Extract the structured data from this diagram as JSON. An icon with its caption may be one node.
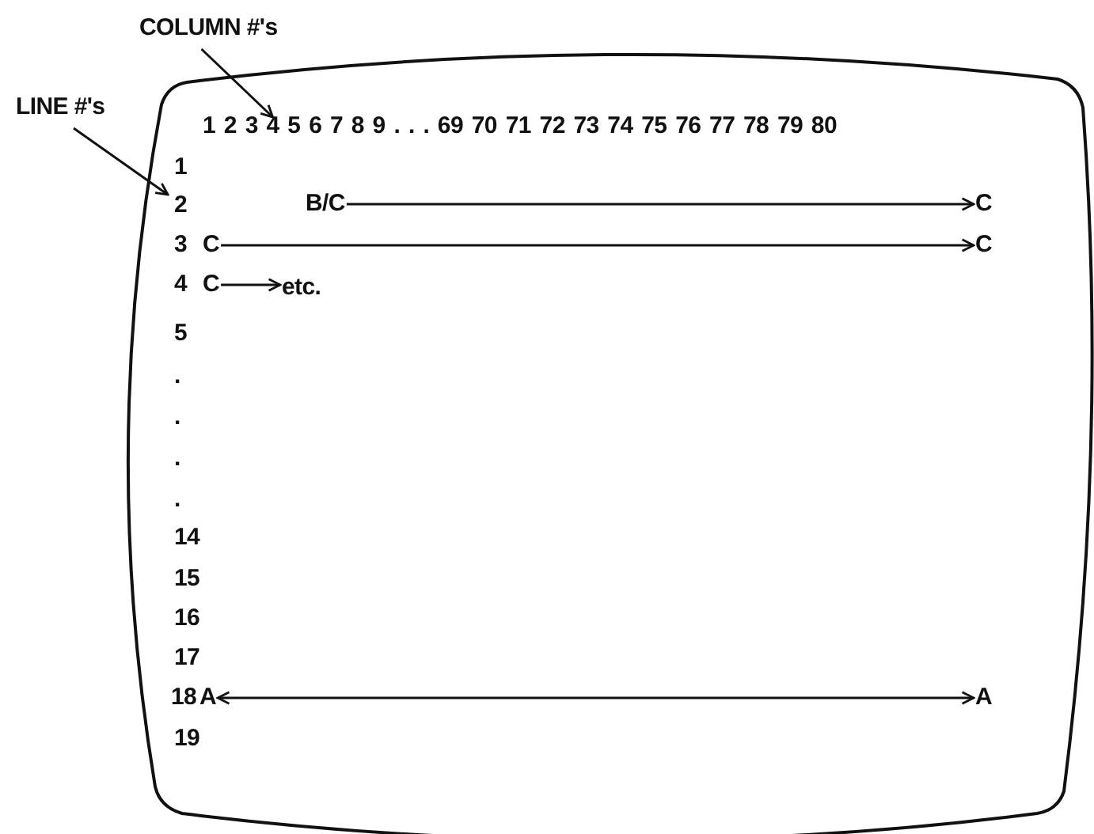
{
  "diagram": {
    "nodes": [
      {
        "text": [
          "COLUMN #'s"
        ]
      },
      {
        "text": [
          "4"
        ]
      },
      {
        "text": [
          "LINE #'s"
        ]
      },
      {
        "text": [
          "2"
        ]
      },
      {
        "text": [
          "B/C"
        ]
      },
      {
        "text": [
          "C"
        ]
      },
      {
        "text": [
          "C"
        ]
      },
      {
        "text": [
          "C"
        ]
      },
      {
        "text": [
          "C"
        ]
      },
      {
        "text": [
          "etc."
        ]
      },
      {
        "text": [
          "A"
        ]
      },
      {
        "text": [
          "A"
        ]
      }
    ],
    "edges": [
      {
        "from": 0,
        "to": 1,
        "arrow": "to"
      },
      {
        "from": 2,
        "to": 3,
        "arrow": "to"
      },
      {
        "from": 4,
        "to": 5,
        "arrow": "to"
      },
      {
        "from": 6,
        "to": 7,
        "arrow": "to"
      },
      {
        "from": 8,
        "to": 9,
        "arrow": "to"
      },
      {
        "from": 10,
        "to": 11,
        "arrow": "both"
      }
    ],
    "labels": [
      "1 2 3",
      "5 6 7 8 9 . . . 69 70 71 72 73 74 75 76 77 78 79 80",
      "1",
      "3",
      "4",
      "5",
      ".",
      ".",
      ".",
      ".",
      "14",
      "15",
      "16",
      "17",
      "18",
      "19"
    ]
  }
}
